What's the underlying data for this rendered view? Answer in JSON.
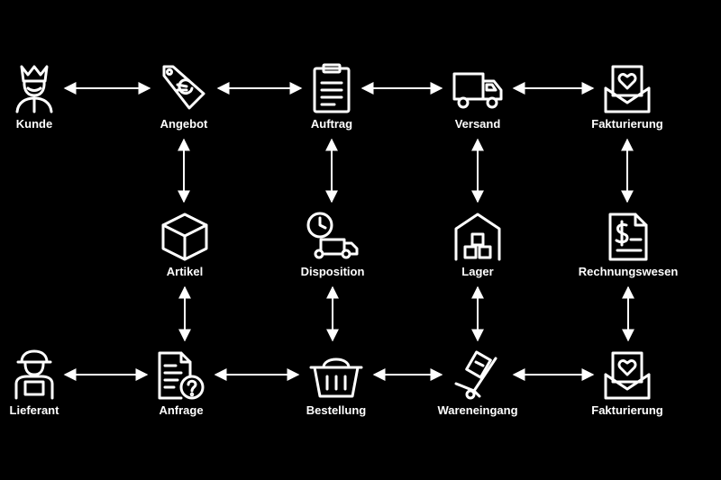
{
  "colors": {
    "background": "#000000",
    "foreground": "#ffffff"
  },
  "nodes": {
    "kunde": {
      "label": "Kunde",
      "icon": "king-icon"
    },
    "angebot": {
      "label": "Angebot",
      "icon": "euro-price-tag-icon"
    },
    "auftrag": {
      "label": "Auftrag",
      "icon": "clipboard-icon"
    },
    "versand": {
      "label": "Versand",
      "icon": "delivery-truck-icon"
    },
    "fakturierung_1": {
      "label": "Fakturierung",
      "icon": "heart-envelope-icon"
    },
    "artikel": {
      "label": "Artikel",
      "icon": "cube-icon"
    },
    "disposition": {
      "label": "Disposition",
      "icon": "clock-truck-icon"
    },
    "lager": {
      "label": "Lager",
      "icon": "warehouse-icon"
    },
    "rechnungswesen": {
      "label": "Rechnungswesen",
      "icon": "dollar-document-icon"
    },
    "lieferant": {
      "label": "Lieferant",
      "icon": "worker-icon"
    },
    "anfrage": {
      "label": "Anfrage",
      "icon": "question-document-icon"
    },
    "bestellung": {
      "label": "Bestellung",
      "icon": "shopping-basket-icon"
    },
    "wareneingang": {
      "label": "Wareneingang",
      "icon": "hand-truck-icon"
    },
    "fakturierung_2": {
      "label": "Fakturierung",
      "icon": "heart-envelope-icon"
    }
  },
  "edges": [
    {
      "from": "kunde",
      "to": "angebot",
      "direction": "both"
    },
    {
      "from": "angebot",
      "to": "auftrag",
      "direction": "both"
    },
    {
      "from": "auftrag",
      "to": "versand",
      "direction": "both"
    },
    {
      "from": "versand",
      "to": "fakturierung_1",
      "direction": "both"
    },
    {
      "from": "lieferant",
      "to": "anfrage",
      "direction": "both"
    },
    {
      "from": "anfrage",
      "to": "bestellung",
      "direction": "both"
    },
    {
      "from": "bestellung",
      "to": "wareneingang",
      "direction": "both"
    },
    {
      "from": "wareneingang",
      "to": "fakturierung_2",
      "direction": "both"
    },
    {
      "from": "angebot",
      "to": "artikel",
      "direction": "both"
    },
    {
      "from": "artikel",
      "to": "anfrage",
      "direction": "both"
    },
    {
      "from": "auftrag",
      "to": "disposition",
      "direction": "both"
    },
    {
      "from": "disposition",
      "to": "bestellung",
      "direction": "both"
    },
    {
      "from": "versand",
      "to": "lager",
      "direction": "both"
    },
    {
      "from": "lager",
      "to": "wareneingang",
      "direction": "both"
    },
    {
      "from": "fakturierung_1",
      "to": "rechnungswesen",
      "direction": "both"
    },
    {
      "from": "rechnungswesen",
      "to": "fakturierung_2",
      "direction": "both"
    }
  ]
}
